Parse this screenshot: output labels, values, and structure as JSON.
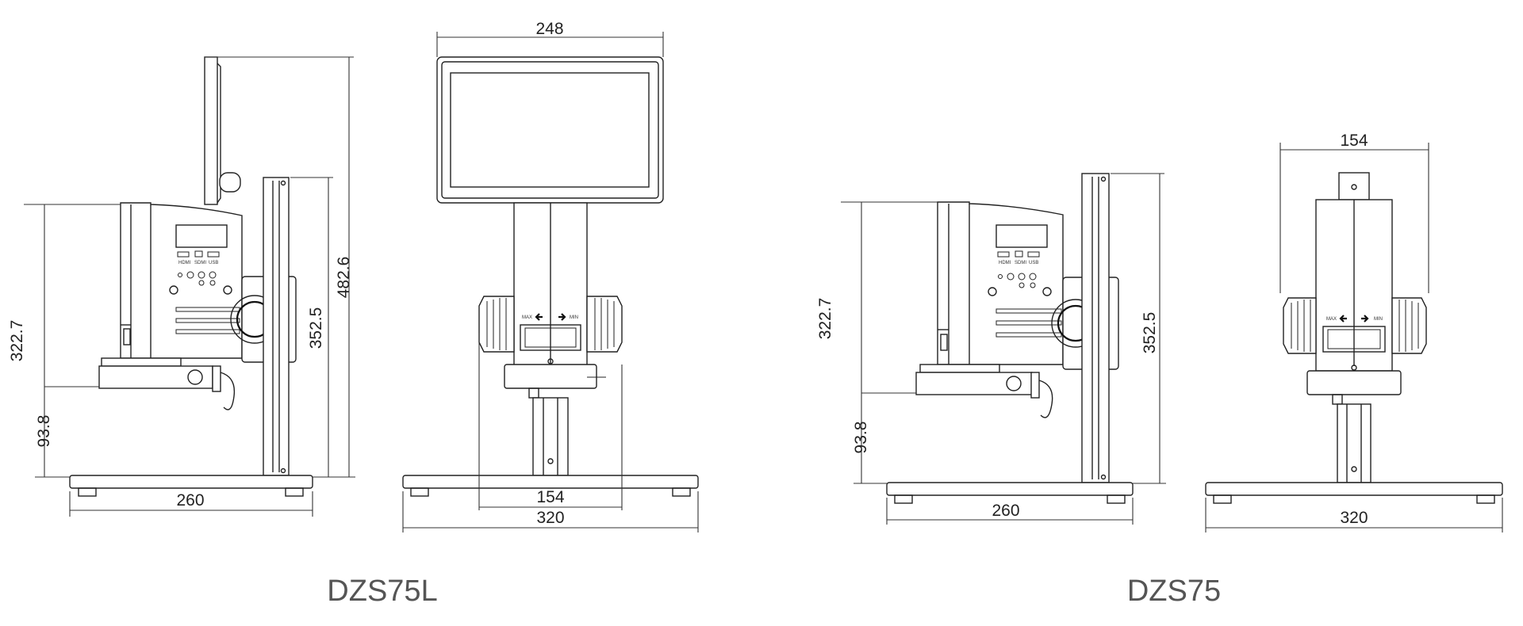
{
  "models": {
    "left_label": "DZS75L",
    "right_label": "DZS75"
  },
  "dimensions": {
    "dzs75l_side_height_total": "322.7",
    "dzs75l_side_height_lower": "93.8",
    "dzs75l_side_width": "260",
    "dzs75l_side_column_height": "352.5",
    "dzs75l_side_overall_height": "482.6",
    "dzs75l_front_monitor_width": "248",
    "dzs75l_front_body_width": "154",
    "dzs75l_front_base_width": "320",
    "dzs75_side_height_total": "322.7",
    "dzs75_side_height_lower": "93.8",
    "dzs75_side_width": "260",
    "dzs75_side_column_height": "352.5",
    "dzs75_front_body_width": "154",
    "dzs75_front_base_width": "320"
  },
  "panel_labels": {
    "hdmi": "HDMI",
    "sdmi": "SDMI",
    "usb": "USB",
    "max": "MAX",
    "min": "MIN"
  }
}
